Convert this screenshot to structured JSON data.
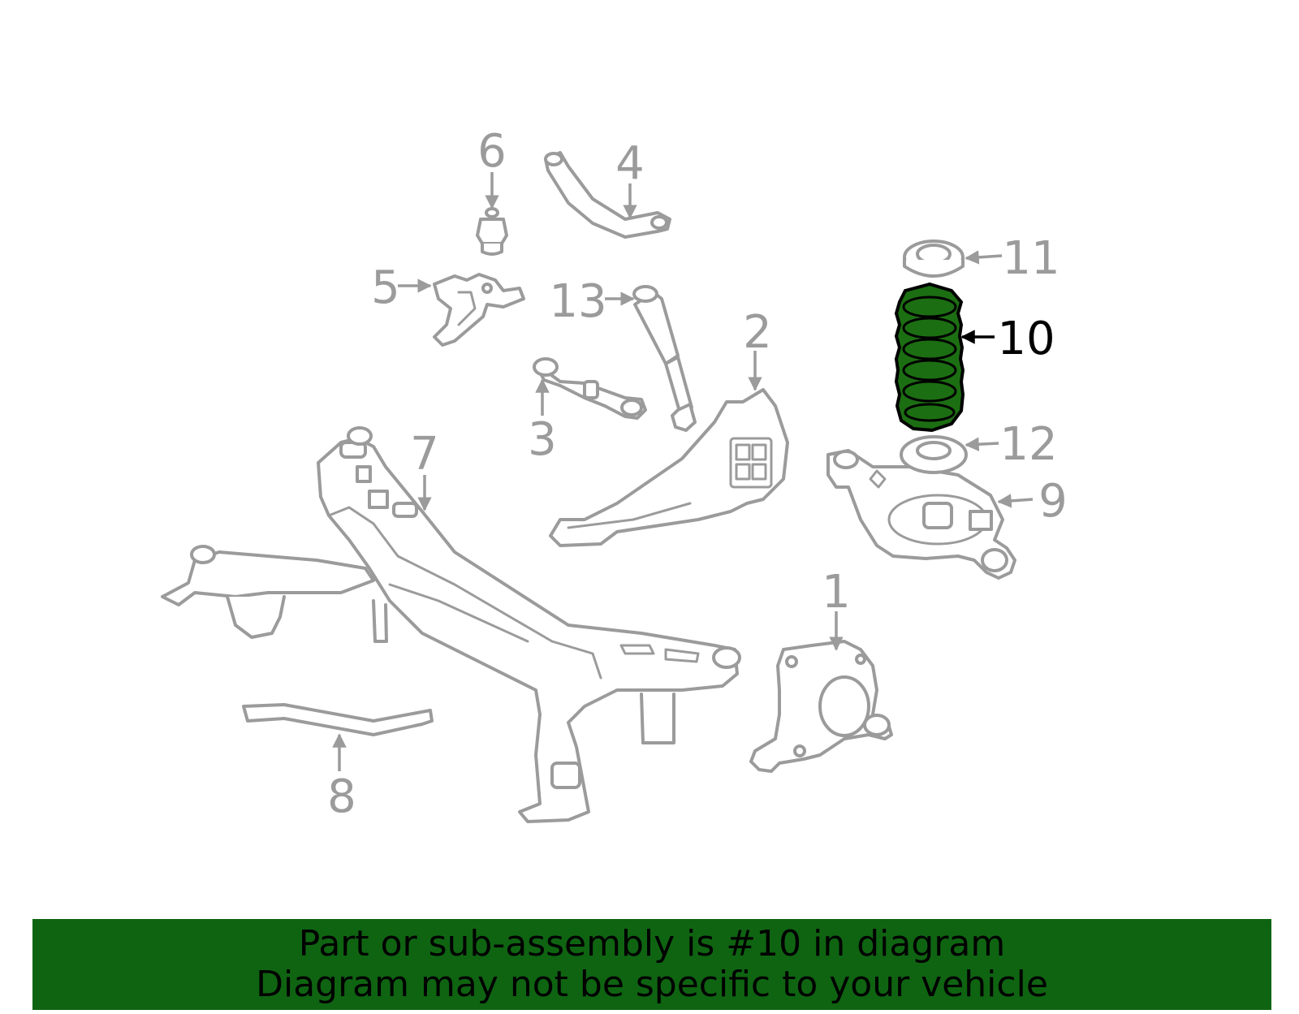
{
  "diagram": {
    "highlight_color": "#1c6e12",
    "label_color": "#9b9b9b",
    "active_label_color": "#000000",
    "highlighted_part": "10",
    "callouts": {
      "c1": "1",
      "c2": "2",
      "c3": "3",
      "c4": "4",
      "c5": "5",
      "c6": "6",
      "c7": "7",
      "c8": "8",
      "c9": "9",
      "c10": "10",
      "c11": "11",
      "c12": "12",
      "c13": "13"
    }
  },
  "banner": {
    "background": "#0f6412",
    "line1": "Part or sub-assembly is #10 in diagram",
    "line2": "Diagram may not be specific to your vehicle"
  }
}
